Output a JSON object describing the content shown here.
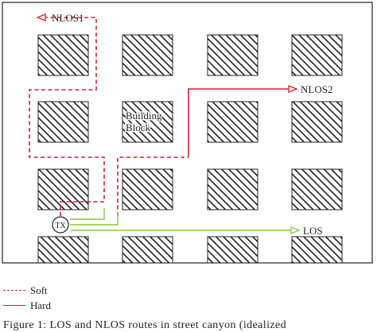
{
  "labels": {
    "nlos1": "NLOS1",
    "nlos2": "NLOS2",
    "los": "LOS",
    "tx": "TX",
    "building_line1": "Building",
    "building_line2": "Block"
  },
  "legend": {
    "soft": "Soft",
    "hard": "Hard"
  },
  "caption": "Figure 1: LOS and NLOS routes in street canyon (idealized",
  "colors": {
    "soft_hard_paths": "#d02030",
    "los_path": "#8cc63e",
    "building_hatch": "#231f20",
    "frame": "#231f20"
  }
}
